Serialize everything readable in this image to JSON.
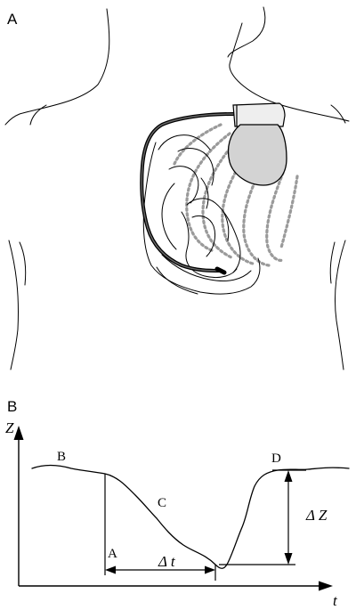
{
  "panel_a": {
    "letter": "A"
  },
  "panel_b": {
    "letter": "B",
    "axis_y_label": "Z",
    "axis_x_label": "t",
    "point_labels": {
      "b": "B",
      "c": "C",
      "d": "D",
      "a": "A"
    },
    "delta_t_label": "Δ t",
    "delta_z_label": "Δ Z"
  }
}
